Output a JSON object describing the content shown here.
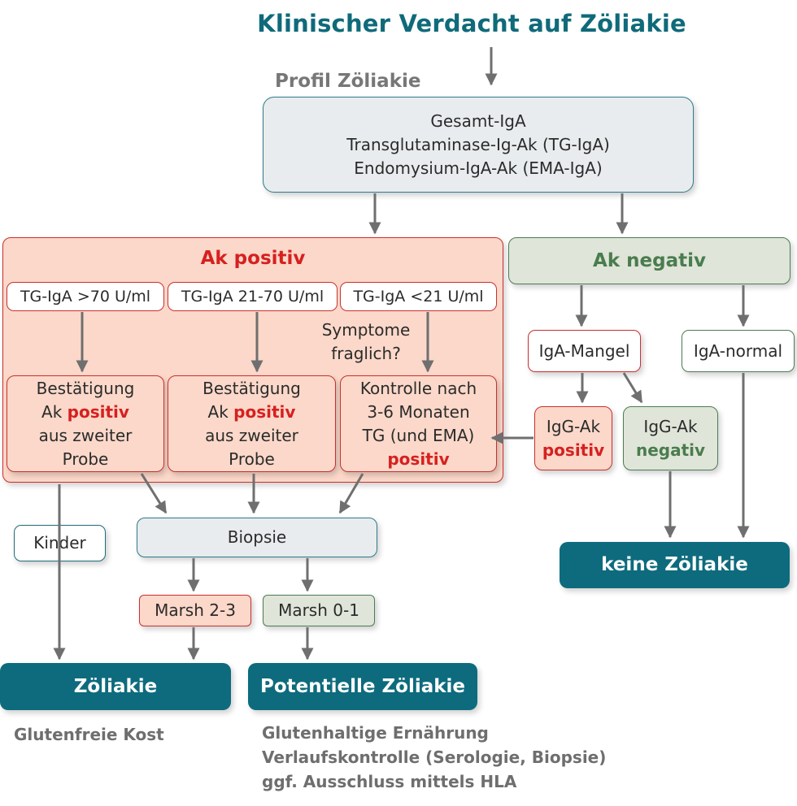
{
  "title": "Klinischer Verdacht auf Zöliakie",
  "profile_label": "Profil Zöliakie",
  "profile_box": {
    "line1": "Gesamt-IgA",
    "line2": "Transglutaminase-Ig-Ak (TG-IgA)",
    "line3": "Endomysium-IgA-Ak (EMA-IgA)"
  },
  "positive": {
    "header": "Ak positiv",
    "tg_high": "TG-IgA >70 U/ml",
    "tg_mid": "TG-IgA 21-70 U/ml",
    "tg_low": "TG-IgA <21 U/ml",
    "symptom_line1": "Symptome",
    "symptom_line2": "fraglich?",
    "confirm": {
      "line1": "Bestätigung",
      "line2_prefix": "Ak ",
      "line2_highlight": "positiv",
      "line3": "aus zweiter",
      "line4": "Probe"
    },
    "control": {
      "line1": "Kontrolle nach",
      "line2": "3-6 Monaten",
      "line3": "TG (und EMA)",
      "line4": "positiv"
    }
  },
  "negative": {
    "header": "Ak negativ",
    "iga_deficiency": "IgA-Mangel",
    "iga_normal": "IgA-normal",
    "igg_pos_line1": "IgG-Ak",
    "igg_pos_line2": "positiv",
    "igg_neg_line1": "IgG-Ak",
    "igg_neg_line2": "negativ"
  },
  "kinder": "Kinder",
  "biopsie": "Biopsie",
  "marsh_high": "Marsh 2-3",
  "marsh_low": "Marsh 0-1",
  "outcomes": {
    "zoeliakie": "Zöliakie",
    "potential": "Potentielle Zöliakie",
    "keine": "keine Zöliakie"
  },
  "notes": {
    "zoeliakie": "Glutenfreie Kost",
    "potential_line1": "Glutenhaltige Ernährung",
    "potential_line2": "Verlaufskontrolle (Serologie, Biopsie)",
    "potential_line3": "ggf. Ausschluss mittels HLA"
  },
  "colors": {
    "teal": "#0d6b7d",
    "title": "#0f6a7a",
    "red": "#d62020",
    "green": "#4a7c4e",
    "salmon": "#fbd8c9",
    "grey_box": "#e9ecee",
    "arrow": "#6f6f6f"
  }
}
